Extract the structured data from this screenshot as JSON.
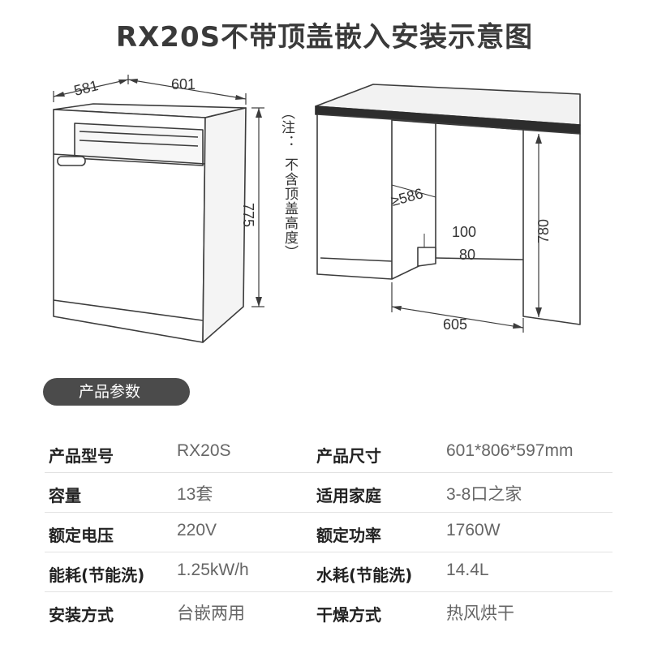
{
  "title": "RX20S不带顶盖嵌入安装示意图",
  "diagram": {
    "depth": "581",
    "width": "601",
    "height": "775",
    "note_label": "（注：",
    "note_text": "不含顶盖高度）",
    "cavity_depth": "≥586",
    "notch_height": "100",
    "notch_depth": "80",
    "cavity_height": "780",
    "cavity_width": "605"
  },
  "params_label": "产品参数",
  "specs": [
    {
      "label1": "产品型号",
      "value1": "RX20S",
      "label2": "产品尺寸",
      "value2": "601*806*597mm"
    },
    {
      "label1": "容量",
      "value1": "13套",
      "label2": "适用家庭",
      "value2": "3-8口之家"
    },
    {
      "label1": "额定电压",
      "value1": "220V",
      "label2": "额定功率",
      "value2": "1760W"
    },
    {
      "label1": "能耗(节能洗)",
      "value1": "1.25kW/h",
      "label2": "水耗(节能洗)",
      "value2": "14.4L"
    },
    {
      "label1": "安装方式",
      "value1": "台嵌两用",
      "label2": "干燥方式",
      "value2": "热风烘干"
    }
  ]
}
